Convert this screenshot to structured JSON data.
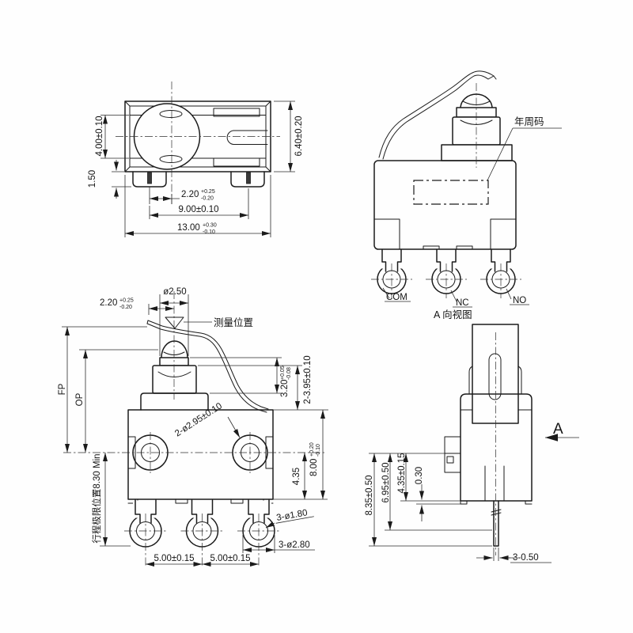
{
  "views": {
    "top": {
      "dims": {
        "roller_width": "4.00±0.10",
        "tab_height": "1.50",
        "body_height": "6.40±0.20",
        "pin_offset": {
          "v": "2.20",
          "u": "+0.25",
          "d": "-0.20"
        },
        "pin_spacing": "9.00±0.10",
        "body_width": {
          "v": "13.00",
          "u": "+0.30",
          "d": "-0.10"
        }
      }
    },
    "front": {
      "marking_label": "年周码",
      "terminals": {
        "com": "COM",
        "nc": "NC",
        "no": "NO"
      },
      "caption": "A 向视图"
    },
    "side": {
      "plunger_dia": "ø2.50",
      "lever_offset": {
        "v": "2.20",
        "u": "+0.25",
        "d": "-0.20"
      },
      "measure_label": "测量位置",
      "free_position": "FP",
      "operating_position": "OP",
      "travel_limit": "行程极限位置8.30 Min",
      "plunger_height": {
        "v": "3.20",
        "u": "+0.05",
        "d": "-0.08"
      },
      "boss_height": "2-3.95±0.10",
      "mount_holes": "2-ø2.95±0.10",
      "body_height": {
        "v": "8.00",
        "u": "+0.20",
        "d": "-0.10"
      },
      "hole_to_bottom": "4.35",
      "terminal_hole": "3-ø1.80",
      "terminal_dia": "3-ø2.80",
      "pitch_left": "5.00±0.15",
      "pitch_right": "5.00±0.15"
    },
    "side_a": {
      "overall_height": "8.35±0.50",
      "pin_length": "6.95±0.50",
      "body_height": "4.35±0.15",
      "step": "0.30",
      "pin_width": "3-0.50",
      "direction": "A"
    }
  }
}
